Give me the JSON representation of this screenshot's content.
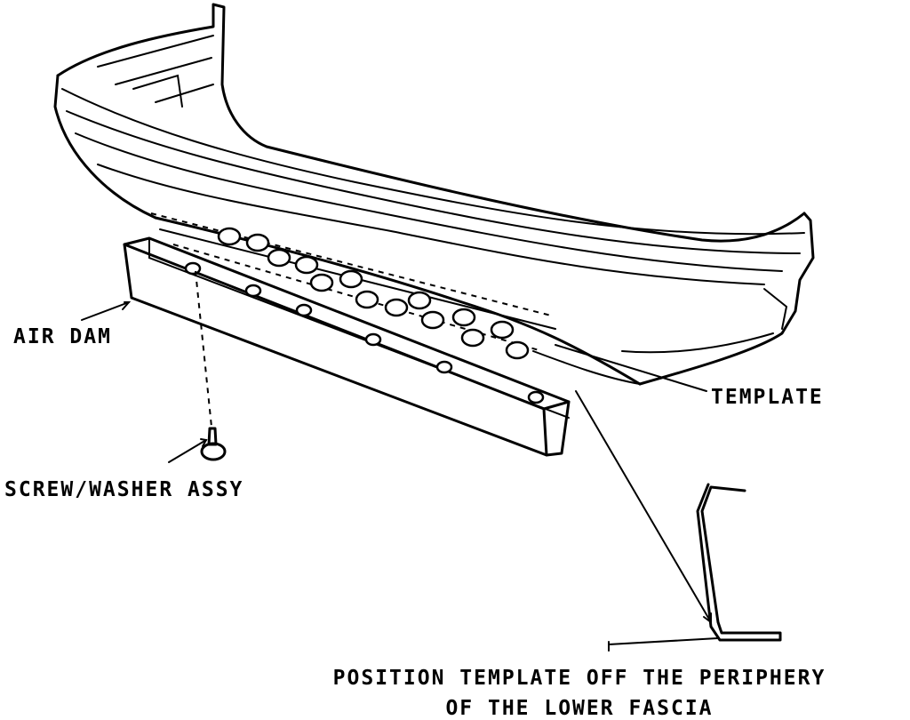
{
  "labels": {
    "air_dam": "AIR DAM",
    "screw_washer": "SCREW/WASHER ASSY",
    "template": "TEMPLATE",
    "note_line1": "POSITION TEMPLATE OFF THE PERIPHERY",
    "note_line2": "OF THE LOWER FASCIA"
  }
}
